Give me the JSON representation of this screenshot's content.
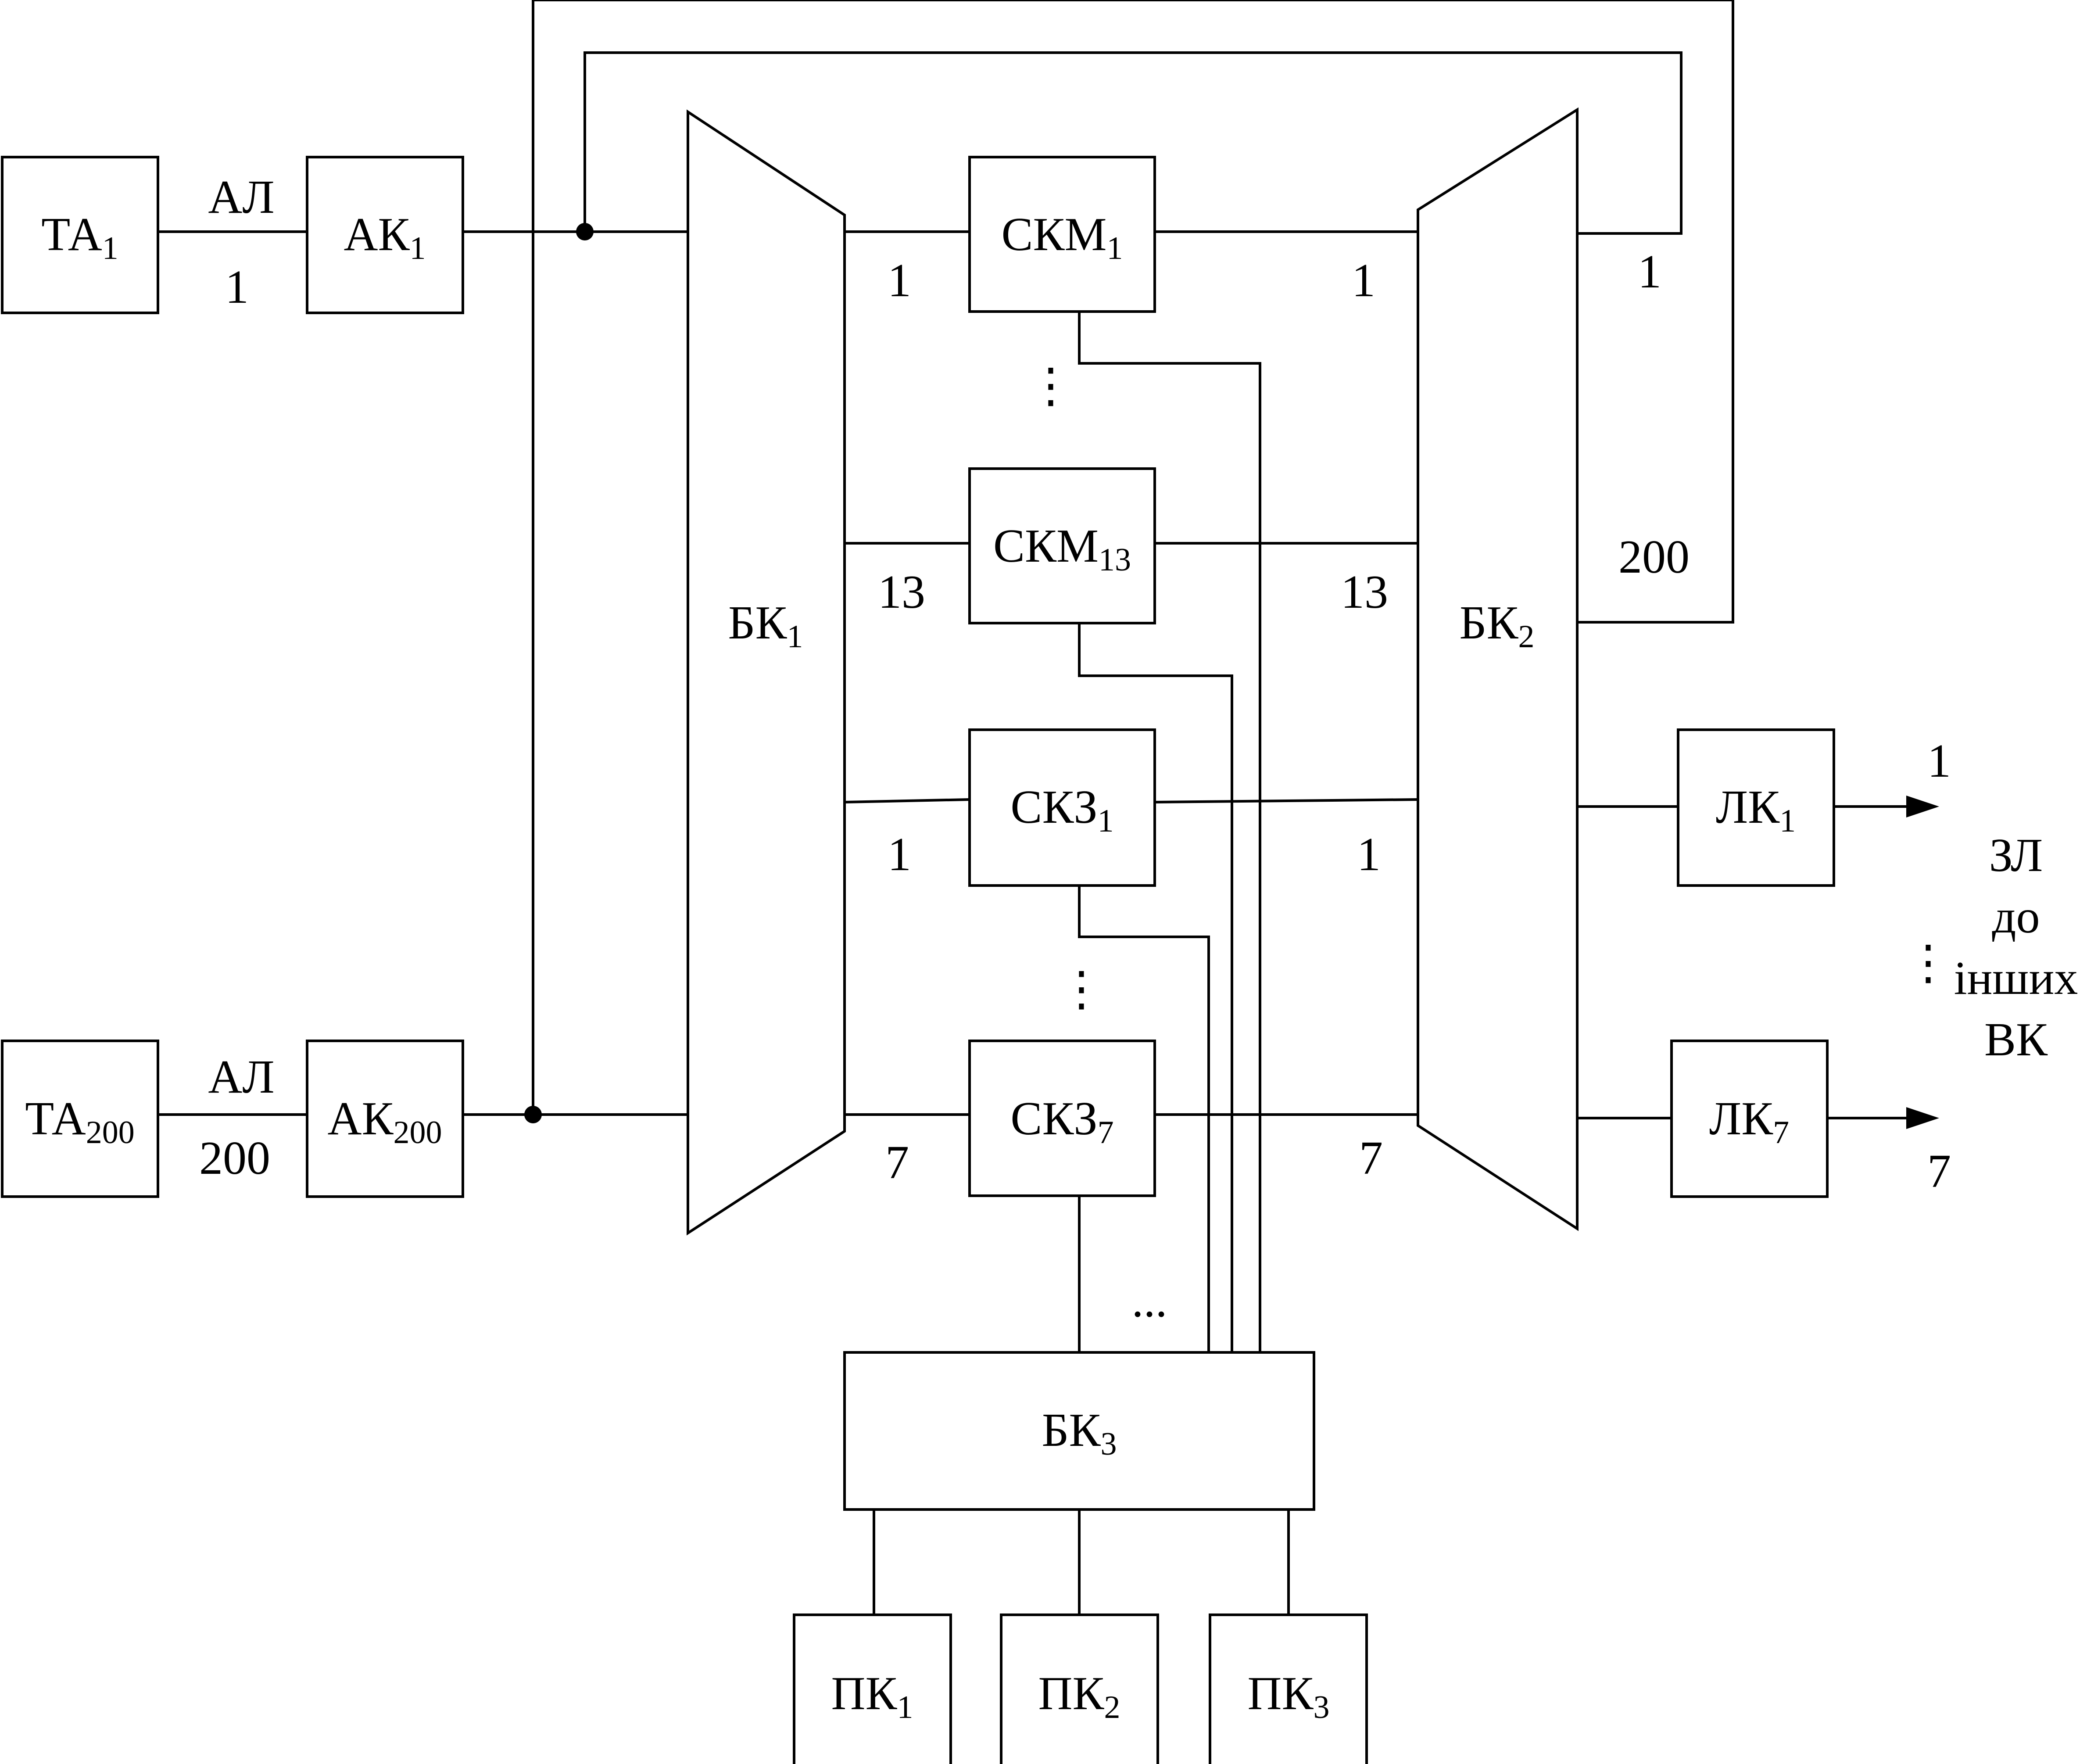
{
  "blocks": {
    "ta1": {
      "main": "ТА",
      "sub": "1"
    },
    "ta200": {
      "main": "ТА",
      "sub": "200"
    },
    "ak1": {
      "main": "АК",
      "sub": "1"
    },
    "ak200": {
      "main": "АК",
      "sub": "200"
    },
    "bk1": {
      "main": "БК",
      "sub": "1"
    },
    "bk2": {
      "main": "БК",
      "sub": "2"
    },
    "bk3": {
      "main": "БК",
      "sub": "3"
    },
    "skm1": {
      "main": "СКМ",
      "sub": "1"
    },
    "skm13": {
      "main": "СКМ",
      "sub": "13"
    },
    "skz1": {
      "main": "СКЗ",
      "sub": "1"
    },
    "skz7": {
      "main": "СКЗ",
      "sub": "7"
    },
    "lk1": {
      "main": "ЛК",
      "sub": "1"
    },
    "lk7": {
      "main": "ЛК",
      "sub": "7"
    },
    "pk1": {
      "main": "ПК",
      "sub": "1"
    },
    "pk2": {
      "main": "ПК",
      "sub": "2"
    },
    "pk3": {
      "main": "ПК",
      "sub": "3"
    }
  },
  "line_labels": {
    "al_top": "АЛ",
    "al_top_num": "1",
    "al_bottom": "АЛ",
    "al_bottom_num": "200",
    "skm1_left": "1",
    "skm1_right": "1",
    "skm13_left": "13",
    "skm13_right": "13",
    "skz1_left": "1",
    "skz1_right": "1",
    "skz7_left": "7",
    "skz7_right": "7",
    "bk2_out_1": "1",
    "bk2_out_200": "200",
    "out_1": "1",
    "out_7": "7"
  },
  "outputs": {
    "line1": "ЗЛ",
    "line2": "до",
    "line3": "інших",
    "line4": "ВК"
  },
  "ellipses": {
    "skm": "⋮",
    "skz": "⋮",
    "outputs": "⋮",
    "bk3_inputs": "..."
  }
}
